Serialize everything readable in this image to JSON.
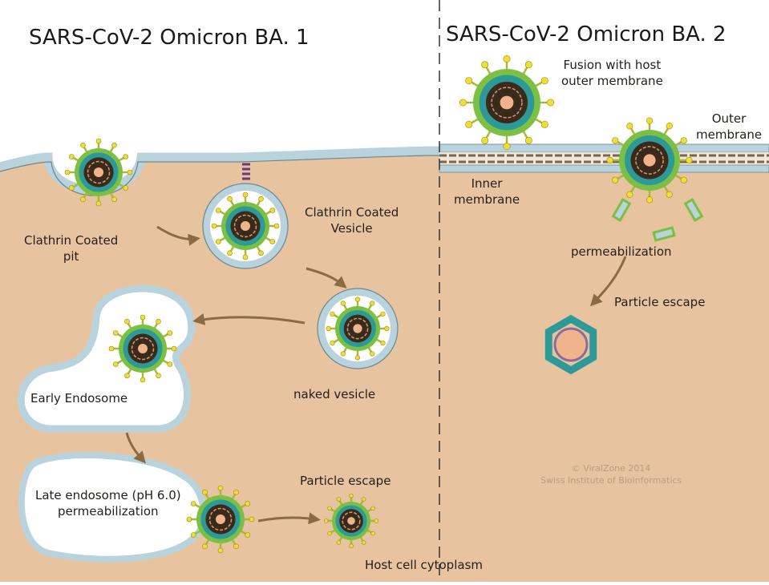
{
  "titles": {
    "left": "SARS-CoV-2 Omicron BA. 1",
    "right": "SARS-CoV-2 Omicron BA. 2"
  },
  "labels": {
    "clathrin_pit": [
      "Clathrin Coated",
      "pit"
    ],
    "clathrin_vesicle": [
      "Clathrin Coated",
      "Vesicle"
    ],
    "naked_vesicle": "naked vesicle",
    "early_endosome": "Early Endosome",
    "late_endosome": [
      "Late endosome (pH 6.0)",
      "permeabilization"
    ],
    "particle_escape_left": "Particle escape",
    "host_cytoplasm": "Host cell cytoplasm",
    "fusion": [
      "Fusion with host",
      "outer membrane"
    ],
    "outer_membrane": [
      "Outer",
      "membrane"
    ],
    "inner_membrane": [
      "Inner",
      "membrane"
    ],
    "permeabilization_right": "permeabilization",
    "particle_escape_right": "Particle escape"
  },
  "credit": {
    "line1": "© ViralZone 2014",
    "line2": "Swiss Institute of Bioinformatics"
  },
  "colors": {
    "cytoplasm": "#e8c3a0",
    "membrane": "#b9d3dc",
    "membrane_edge": "#6c8790",
    "arrow": "#8b6a44",
    "spike_yellow": "#f2de32",
    "capsid_teal": "#2e9a98",
    "envelope_green": "#7bc043",
    "core_brown": "#3b2a1c",
    "core_center": "#f0b48c"
  }
}
